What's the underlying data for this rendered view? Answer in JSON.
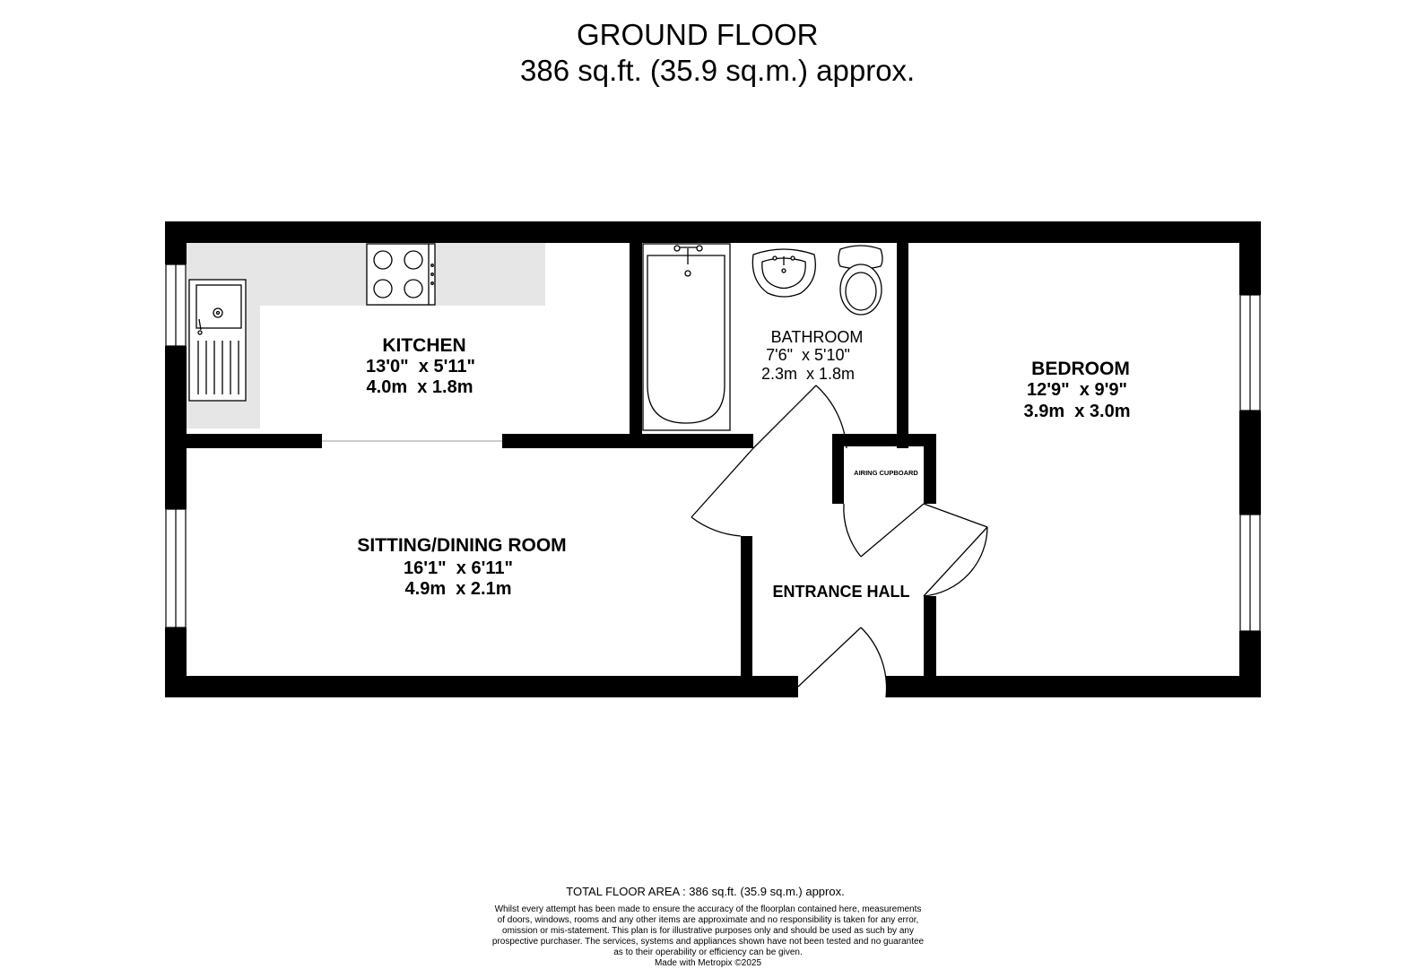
{
  "header": {
    "title": "GROUND FLOOR",
    "area": "386 sq.ft. (35.9 sq.m.) approx."
  },
  "rooms": {
    "kitchen": {
      "name": "KITCHEN",
      "imperial": "13'0\"  x 5'11\"",
      "metric": "4.0m  x 1.8m"
    },
    "bathroom": {
      "name": "BATHROOM",
      "imperial": "7'6\"  x 5'10\"",
      "metric": "2.3m  x 1.8m"
    },
    "bedroom": {
      "name": "BEDROOM",
      "imperial": "12'9\"  x 9'9\"",
      "metric": "3.9m  x 3.0m"
    },
    "sitting": {
      "name": "SITTING/DINING ROOM",
      "imperial": "16'1\"  x 6'11\"",
      "metric": "4.9m  x 2.1m"
    },
    "entrance": {
      "name": "ENTRANCE HALL"
    },
    "airing": {
      "name": "AIRING CUPBOARD"
    }
  },
  "footer": {
    "total": "TOTAL FLOOR AREA : 386 sq.ft. (35.9 sq.m.) approx.",
    "disclaimer": [
      "Whilst every attempt has been made to ensure the accuracy of the floorplan contained here, measurements",
      "of doors, windows, rooms and any other items are approximate and no responsibility is taken for any error,",
      "omission or mis-statement. This plan is for illustrative purposes only and should be used as such by any",
      "prospective purchaser. The services, systems and appliances shown have not been tested and no guarantee",
      "as to their operability or efficiency can be given."
    ],
    "credit": "Made with Metropix ©2025"
  }
}
